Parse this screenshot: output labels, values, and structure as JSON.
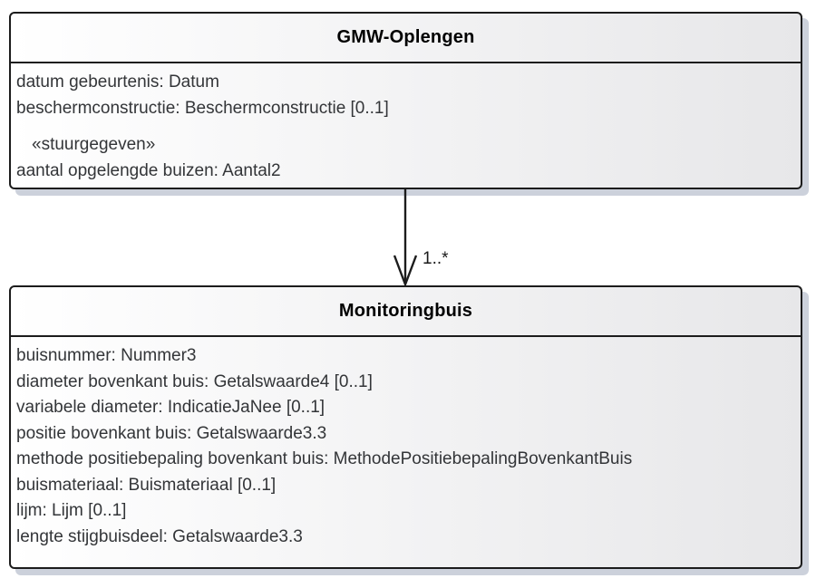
{
  "diagram": {
    "type": "uml-class-diagram",
    "classes": [
      {
        "name": "GMW-Oplengen",
        "attributes": [
          "datum gebeurtenis: Datum",
          "beschermconstructie: Beschermconstructie [0..1]"
        ],
        "stereotype": "«stuurgegeven»",
        "stereotype_attributes": [
          "aantal opgelengde buizen: Aantal2"
        ]
      },
      {
        "name": "Monitoringbuis",
        "attributes": [
          "buisnummer: Nummer3",
          "diameter bovenkant buis: Getalswaarde4 [0..1]",
          "variabele diameter: IndicatieJaNee [0..1]",
          "positie bovenkant buis: Getalswaarde3.3",
          "methode positiebepaling bovenkant buis: MethodePositiebepalingBovenkantBuis",
          "buismateriaal: Buismateriaal [0..1]",
          "lijm: Lijm [0..1]",
          "lengte stijgbuisdeel: Getalswaarde3.3"
        ]
      }
    ],
    "connector": {
      "from": "GMW-Oplengen",
      "to": "Monitoringbuis",
      "arrow_style": "open-arrowhead-down",
      "multiplicity": "1..*"
    }
  },
  "colors": {
    "background": "#ffffff",
    "box_border": "#1c1c1c",
    "box_fill_left": "#ffffff",
    "box_fill_right": "#e7e7e9",
    "box_shadow": "#ccd1db",
    "attribute_text": "#333538",
    "title_text": "#000000",
    "connector_line": "#1c1c1c"
  }
}
